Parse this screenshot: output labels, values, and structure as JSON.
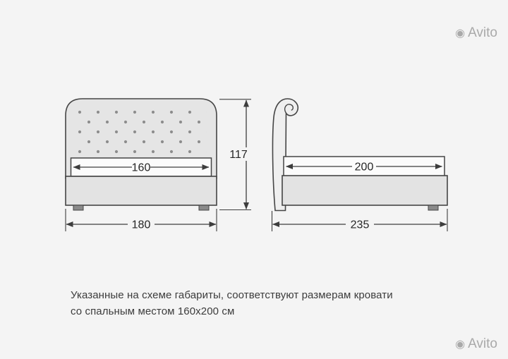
{
  "watermark": {
    "icon": "◉",
    "text": "Avito"
  },
  "diagram": {
    "front_view": {
      "mattress_width": "160",
      "base_width": "180",
      "height": "117"
    },
    "side_view": {
      "mattress_length": "200",
      "base_length": "235"
    }
  },
  "caption": {
    "line1": "Указанные на схеме габариты, соответствуют размерам кровати",
    "line2": "со спальным местом 160x200 см"
  },
  "colors": {
    "background": "#f4f4f4",
    "outline": "#454545",
    "dimension_line": "#3d3d3d",
    "fill_light": "#e4e4e4",
    "mattress_fill": "#fbfbfb",
    "watermark": "#a9a9a9"
  }
}
